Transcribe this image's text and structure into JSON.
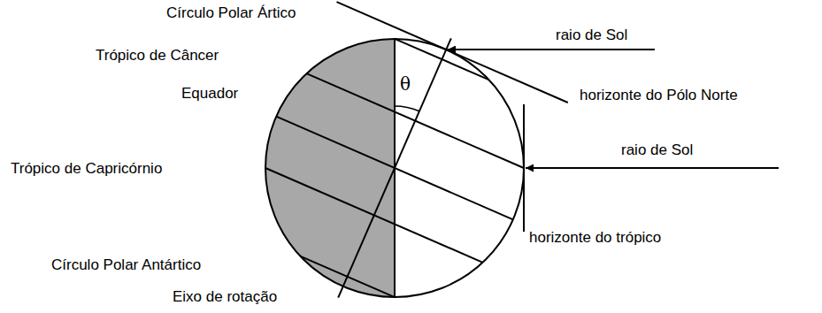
{
  "diagram": {
    "labels": [
      "Círculo Polar Ártico",
      "Trópico de Câncer",
      "Equador",
      "Trópico de Capricórnio",
      "Círculo Polar Antártico",
      "Eixo de rotação",
      "raio de Sol",
      "horizonte do Pólo Norte",
      "raio de Sol",
      "horizonte do trópico",
      "θ"
    ]
  }
}
